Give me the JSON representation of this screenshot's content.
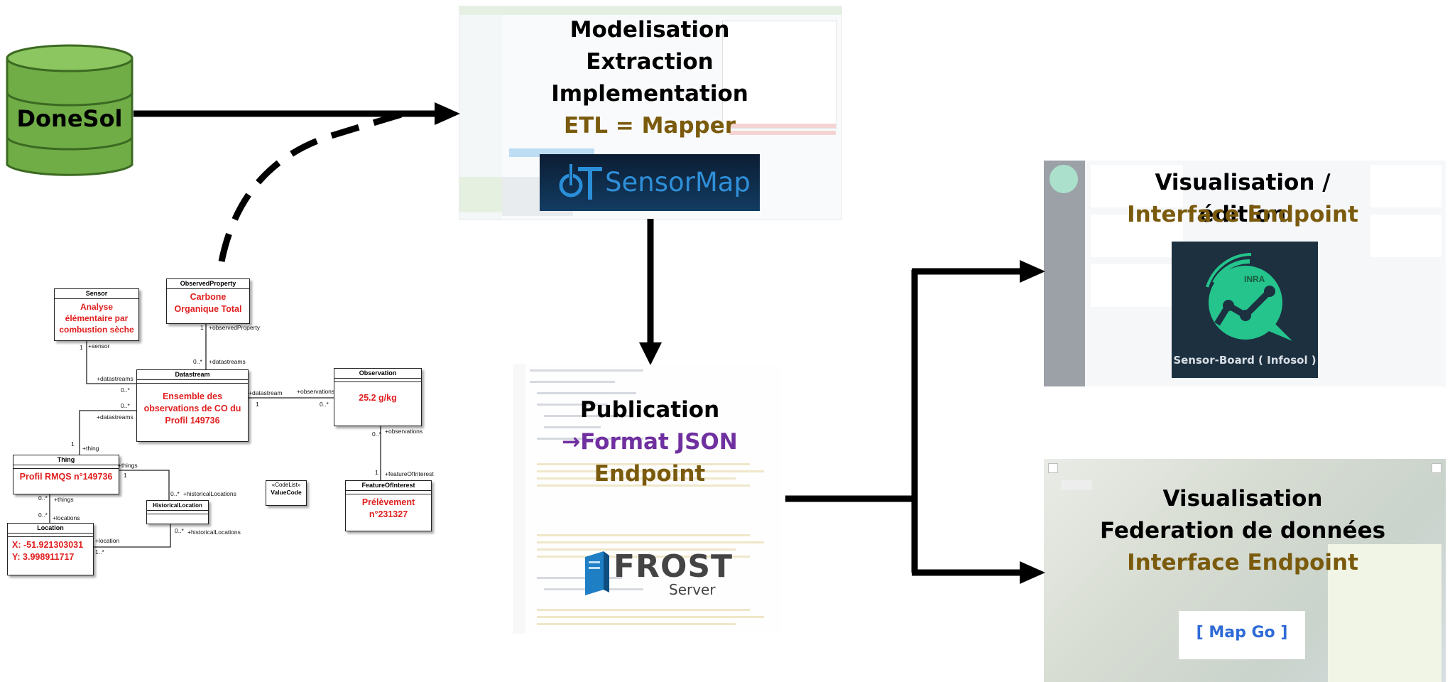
{
  "source_db": {
    "label": "DoneSol",
    "color": "#70ad47"
  },
  "panel_mapper": {
    "lines": [
      "Modelisation",
      "Extraction",
      "Implementation"
    ],
    "etl": "ETL = Mapper",
    "logo": "SensorMap"
  },
  "panel_frost": {
    "title": "Publication",
    "format": "→Format JSON",
    "endpoint": "Endpoint",
    "logo_main": "FROST",
    "logo_sub": "Server"
  },
  "panel_sensorboard": {
    "title": "Visualisation / édition",
    "subtitle": "Interface Endpoint",
    "logo_caption": "Sensor-Board ( Infosol )",
    "logo_badge": "INRA"
  },
  "panel_mapgo": {
    "title1": "Visualisation",
    "title2": "Federation de données",
    "subtitle": "Interface Endpoint",
    "button": "[ Map Go ]"
  },
  "uml": {
    "sensor": {
      "name": "Sensor",
      "value": "Analyse élémentaire par combustion sèche"
    },
    "observed_property": {
      "name": "ObservedProperty",
      "value": "Carbone Organique Total"
    },
    "datastream": {
      "name": "Datastream",
      "value": "Ensemble des observations de CO du Profil 149736"
    },
    "observation": {
      "name": "Observation",
      "value": "25.2 g/kg"
    },
    "thing": {
      "name": "Thing",
      "value": "Profil RMQS n°149736"
    },
    "historical_location": {
      "name": "HistoricalLocation"
    },
    "code_list": {
      "stereotype": "«CodeList»",
      "name": "ValueCode"
    },
    "feature_of_interest": {
      "name": "FeatureOfInterest",
      "value": "Prélèvement n°231327"
    },
    "location": {
      "name": "Location",
      "value": "X: -51.921303031 Y: 3.998911717"
    },
    "labels": {
      "observedProperty": "+observedProperty",
      "datastreams": "+datastreams",
      "sensor": "+sensor",
      "datastream": "+datastream",
      "observations": "+observations",
      "thing": "+thing",
      "things": "+things",
      "historicalLocations": "+historicalLocations",
      "locations": "+locations",
      "location": "+location",
      "featureOfInterest": "+featureOfInterest",
      "m_one": "1",
      "m_many": "0..*",
      "m_one_many": "1..*"
    }
  }
}
